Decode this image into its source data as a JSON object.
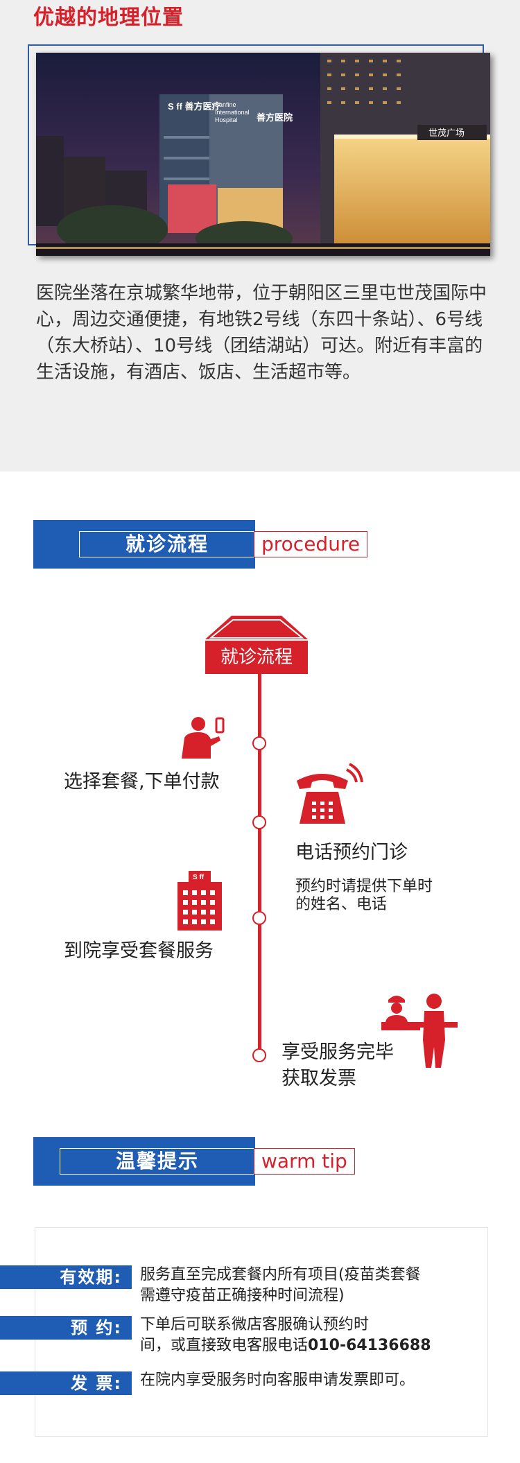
{
  "location": {
    "title": "优越的地理位置",
    "photo_signs": {
      "sign_left": "S ff 善方医疗",
      "sign_mid_en_1": "Sanfine",
      "sign_mid_en_2": "International",
      "sign_mid_en_3": "Hospital",
      "sign_mid_cn": "善方医院",
      "sign_right": "世茂广场"
    },
    "description": "医院坐落在京城繁华地带，位于朝阳区三里屯世茂国际中心，周边交通便捷，有地铁2号线（东四十条站）、6号线（东大桥站）、10号线（团结湖站）可达。附近有丰富的生活设施，有酒店、饭店、生活超市等。"
  },
  "procedure": {
    "header": "就诊流程",
    "header_en": "procedure",
    "house_label": "就诊流程",
    "steps": [
      {
        "label": "选择套餐,下单付款",
        "icon": "person-phone-icon"
      },
      {
        "label": "电话预约门诊",
        "sub_1": "预约时请提供下单时",
        "sub_2": "的姓名、电话",
        "icon": "telephone-icon"
      },
      {
        "label": "到院享受套餐服务",
        "icon": "hospital-building-icon",
        "icon_text": "S ff"
      },
      {
        "label_1": "享受服务完毕",
        "label_2": "获取发票",
        "icon": "reception-desk-icon"
      }
    ]
  },
  "tips": {
    "header": "温馨提示",
    "header_en": "warm tip",
    "items": [
      {
        "label": "有效期:",
        "line_1": "服务直至完成套餐内所有项目(疫苗类套餐",
        "line_2": "需遵守疫苗正确接种时间流程)"
      },
      {
        "label": "预  约:",
        "line_1": "下单后可联系微店客服确认预约时",
        "line_2_prefix": "间，或直接致电客服电话",
        "phone": "010-64136688"
      },
      {
        "label": "发  票:",
        "line_1": "在院内享受服务时向客服申请发票即可。"
      }
    ]
  },
  "colors": {
    "accent_red": "#d6202a",
    "accent_blue": "#1f5cb4",
    "bg_grey": "#efefef"
  }
}
